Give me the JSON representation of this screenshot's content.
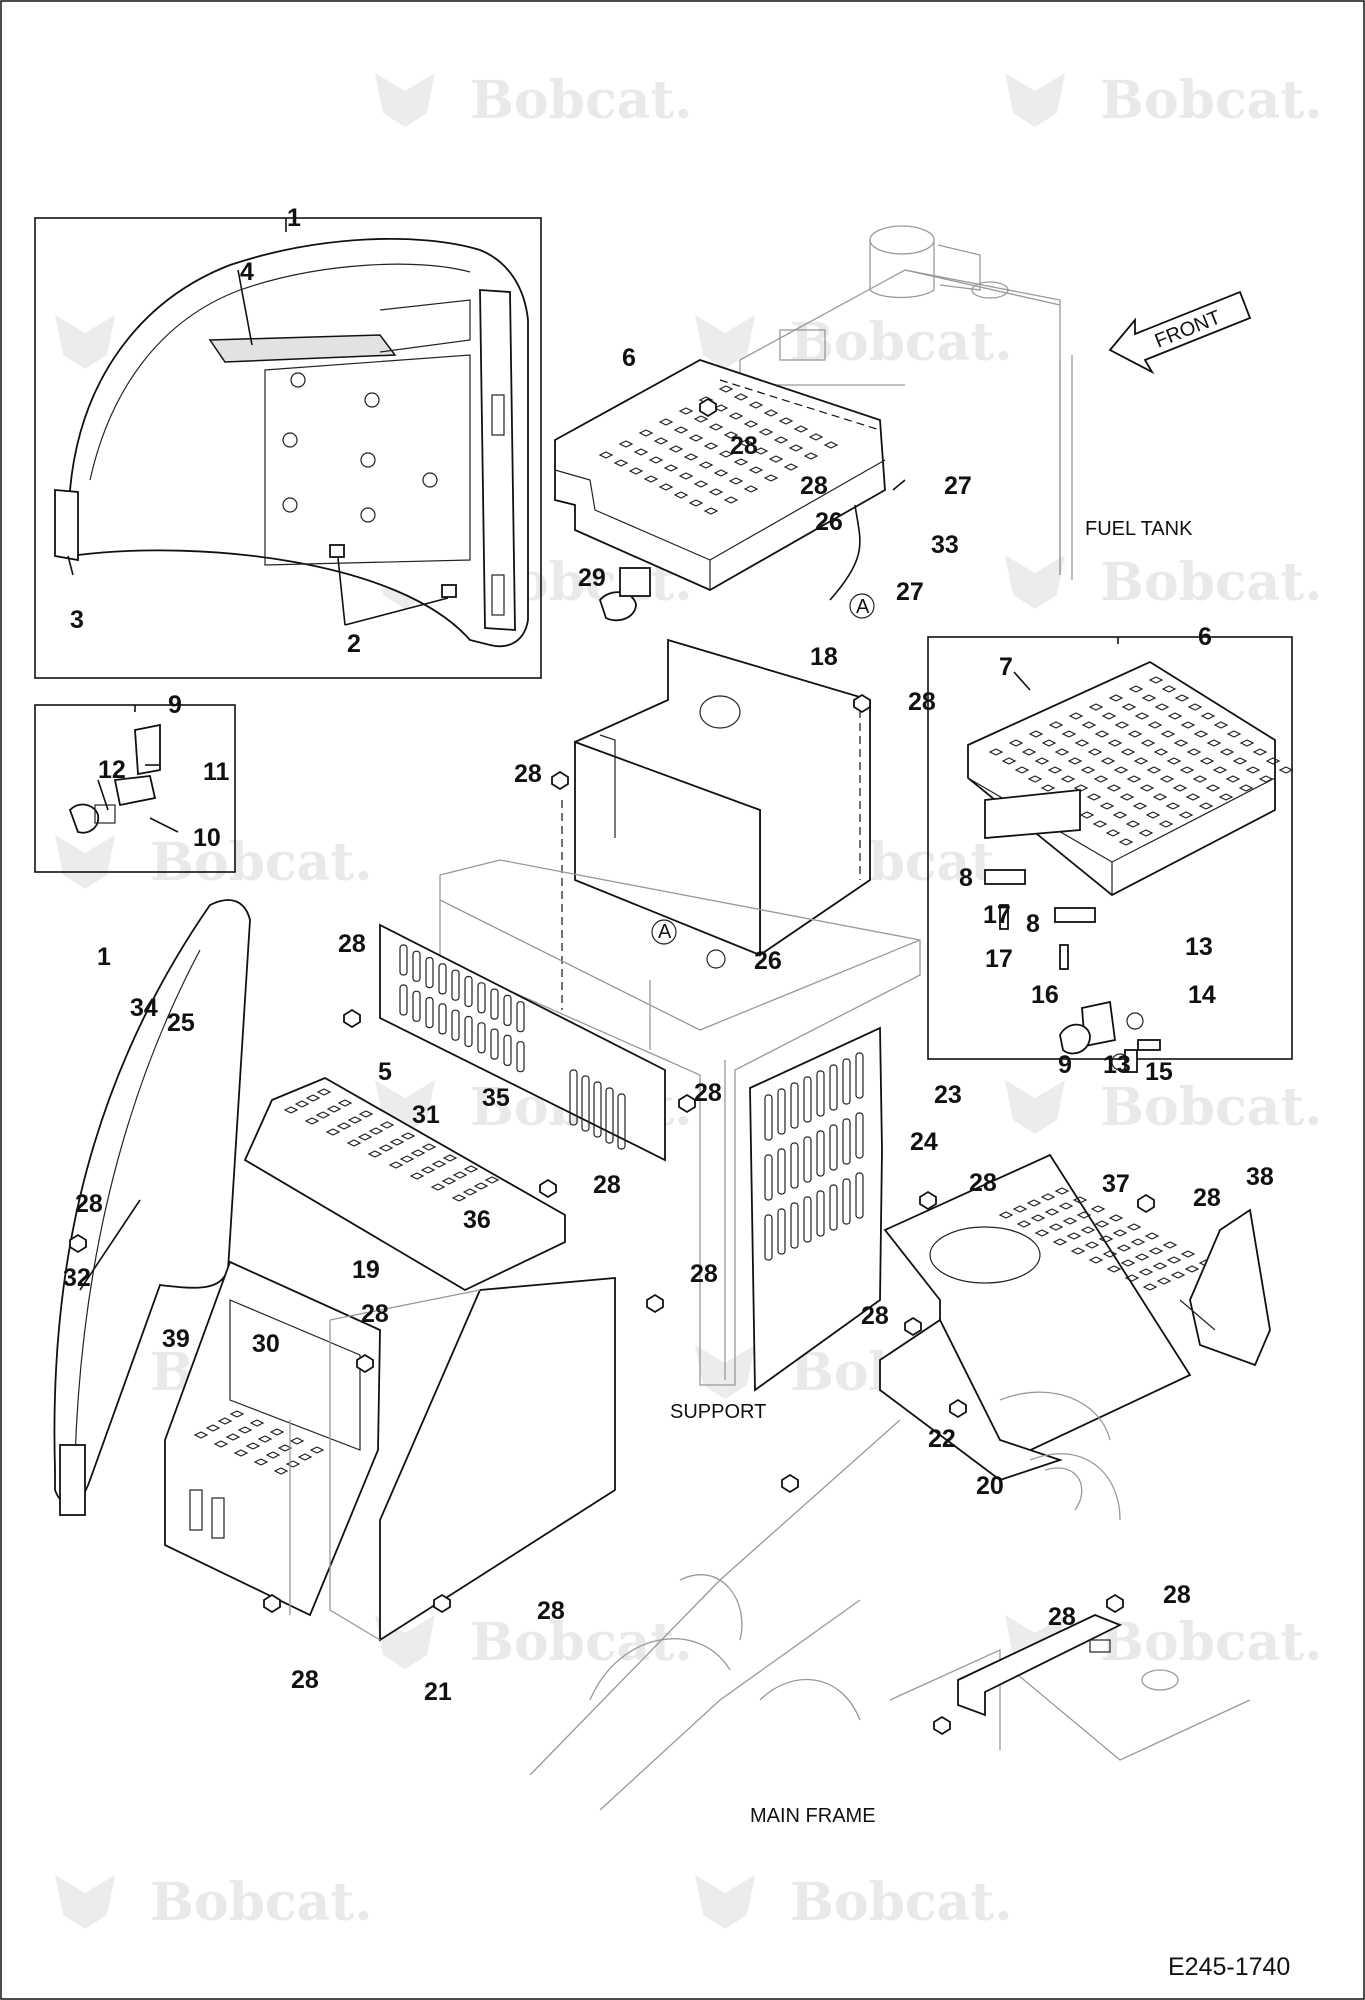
{
  "brand": "Bobcat.",
  "figure_code": "E245-1740",
  "front_arrow": "FRONT",
  "area_labels": {
    "fuel_tank": "FUEL TANK",
    "support": "SUPPORT",
    "main_frame": "MAIN FRAME"
  },
  "ref_marker": "A",
  "callouts": [
    "1",
    "4",
    "3",
    "2",
    "9",
    "12",
    "11",
    "10",
    "6",
    "28",
    "28",
    "27",
    "26",
    "33",
    "29",
    "27",
    "18",
    "28",
    "28",
    "26",
    "6",
    "7",
    "8",
    "17",
    "8",
    "17",
    "16",
    "9",
    "13",
    "14",
    "13",
    "15",
    "1",
    "34",
    "25",
    "28",
    "5",
    "35",
    "31",
    "28",
    "28",
    "36",
    "19",
    "28",
    "32",
    "39",
    "30",
    "28",
    "23",
    "24",
    "28",
    "37",
    "28",
    "38",
    "28",
    "28",
    "22",
    "20",
    "28",
    "28",
    "21",
    "28",
    "28"
  ]
}
